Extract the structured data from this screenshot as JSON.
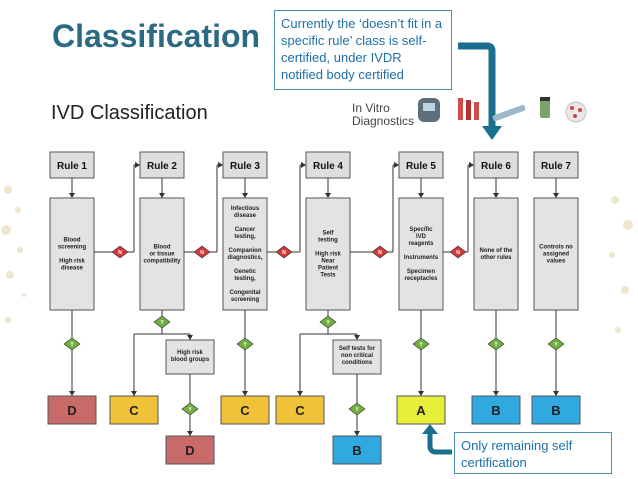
{
  "header": {
    "title": "Classification",
    "callout_top": "Currently the ‘doesn’t fit in a specific rule’ class is self-certified, under IVDR notified body certified",
    "callout_bottom": "Only remaining self certification"
  },
  "diagram": {
    "title": "IVD Classification",
    "brand_line1": "In Vitro",
    "brand_line2": "Diagnostics",
    "rules": [
      {
        "label": "Rule 1",
        "lines": [
          "Blood",
          "screening",
          "",
          "High risk",
          "disease"
        ]
      },
      {
        "label": "Rule 2",
        "lines": [
          "Blood",
          "or tissue",
          "compatibility"
        ]
      },
      {
        "label": "Rule 3",
        "lines": [
          "Infectious",
          "disease",
          "",
          "Cancer",
          "testing,",
          "",
          "Companion",
          "diagnostics,",
          "",
          "Genetic",
          "testing,",
          "",
          "Congenital",
          "screening"
        ]
      },
      {
        "label": "Rule 4",
        "lines": [
          "Self",
          "testing",
          "",
          "High risk",
          "Near",
          "Patient",
          "Tests"
        ]
      },
      {
        "label": "Rule 5",
        "lines": [
          "Specific",
          "IVD",
          "reagents",
          "",
          "Instruments",
          "",
          "Specimen",
          "receptacles"
        ]
      },
      {
        "label": "Rule 6",
        "lines": [
          "None of the",
          "other rules"
        ]
      },
      {
        "label": "Rule 7",
        "lines": [
          "Controls no",
          "assigned",
          "values"
        ]
      }
    ],
    "sub_boxes": [
      {
        "lines": [
          "High risk",
          "blood groups"
        ]
      },
      {
        "lines": [
          "Self tests for",
          "non critical",
          "conditions"
        ]
      }
    ],
    "decisions": {
      "yes": "Y",
      "no": "N"
    },
    "classes": [
      {
        "label": "D",
        "color": "#c96a6a"
      },
      {
        "label": "C",
        "color": "#f0c23a"
      },
      {
        "label": "D",
        "color": "#c96a6a"
      },
      {
        "label": "C",
        "color": "#f0c23a"
      },
      {
        "label": "C",
        "color": "#f0c23a"
      },
      {
        "label": "B",
        "color": "#2fa9e0"
      },
      {
        "label": "A",
        "color": "#e6f03a"
      },
      {
        "label": "B",
        "color": "#2fa9e0"
      },
      {
        "label": "B",
        "color": "#2fa9e0"
      }
    ]
  }
}
